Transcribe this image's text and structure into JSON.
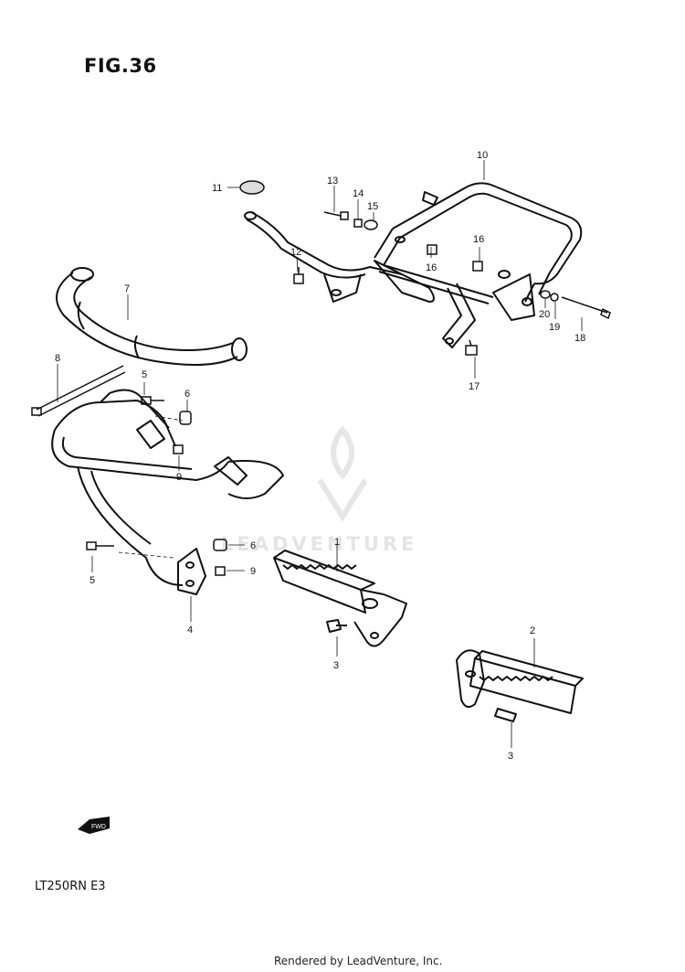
{
  "figure": {
    "title": "FIG.36",
    "model": "LT250RN  E3",
    "footer": "Rendered by LeadVenture, Inc.",
    "watermark": "LEADVENTURE",
    "fwd_label": "FWD"
  },
  "callouts": [
    "1",
    "2",
    "3",
    "3",
    "4",
    "5",
    "5",
    "6",
    "6",
    "7",
    "8",
    "9",
    "9",
    "10",
    "11",
    "12",
    "13",
    "14",
    "15",
    "16",
    "16",
    "17",
    "18",
    "19",
    "20"
  ]
}
